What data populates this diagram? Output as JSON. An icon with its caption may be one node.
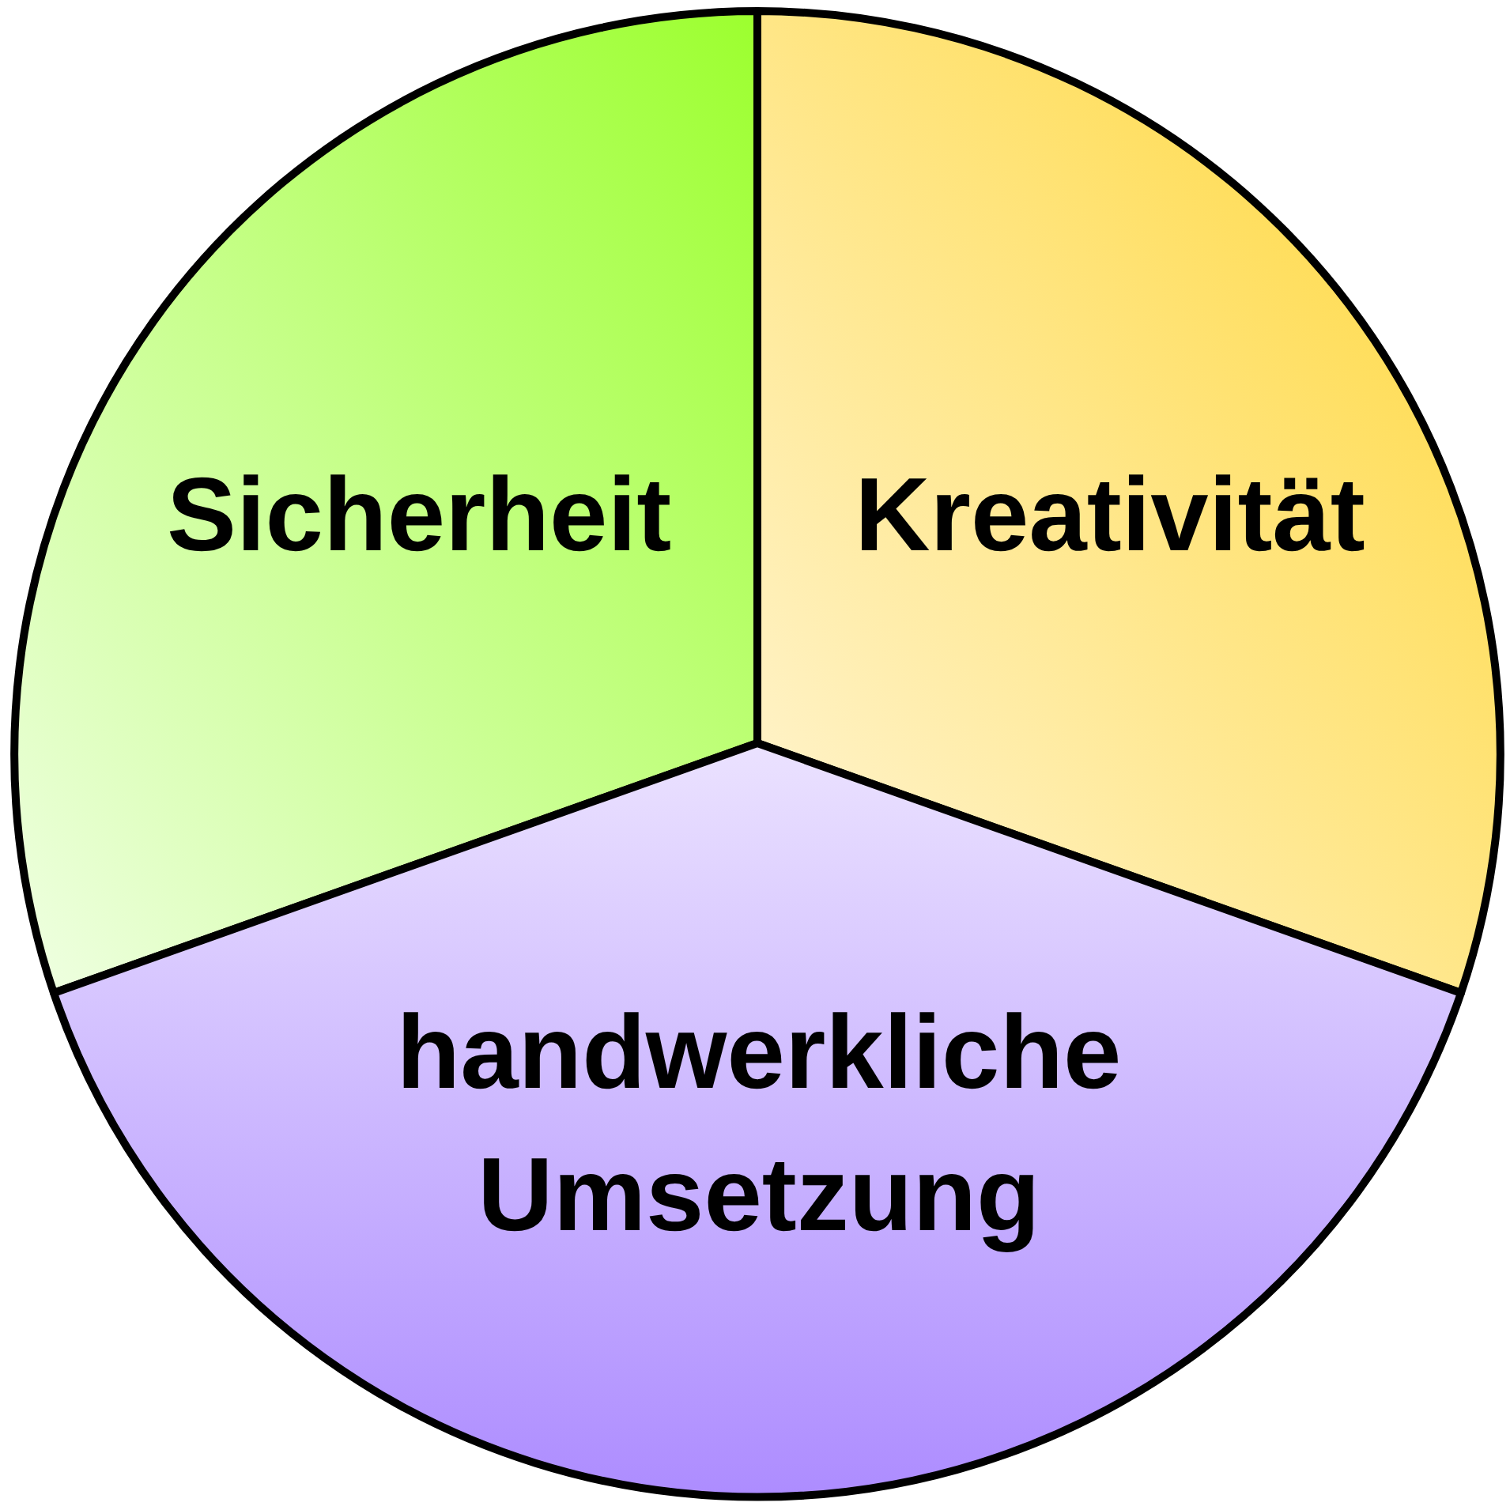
{
  "diagram": {
    "nodes": [
      {
        "text": [
          "Sicherheit"
        ]
      },
      {
        "text": [
          "Kreativität"
        ]
      },
      {
        "text": [
          "handwerkliche Umsetzung"
        ]
      }
    ]
  }
}
